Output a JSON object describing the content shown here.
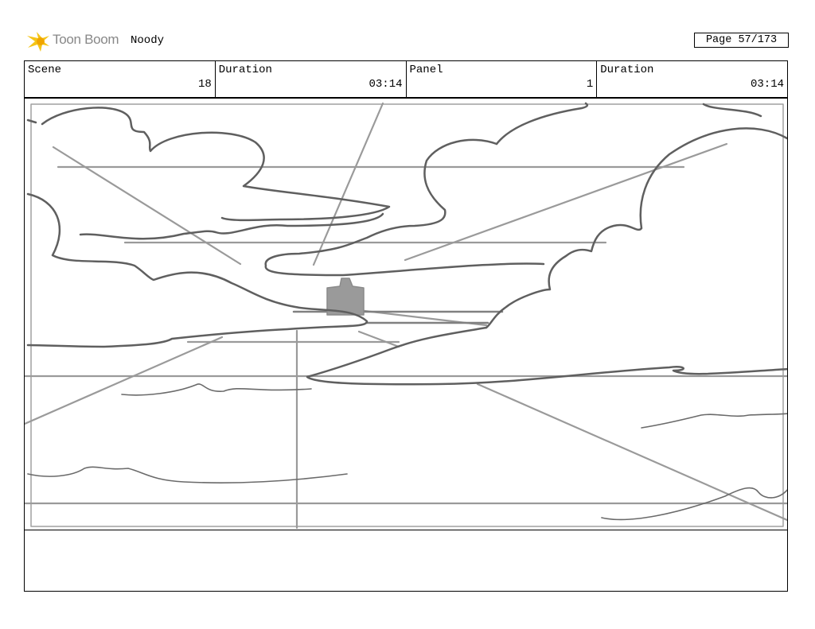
{
  "header": {
    "logo_text": "Toon Boom",
    "project_title": "Noody",
    "page_label": "Page 57/173"
  },
  "info": {
    "scene_label": "Scene",
    "scene_value": "18",
    "scene_duration_label": "Duration",
    "scene_duration_value": "03:14",
    "panel_label": "Panel",
    "panel_value": "1",
    "panel_duration_label": "Duration",
    "panel_duration_value": "03:14"
  },
  "colors": {
    "logo_yellow": "#f5c518",
    "logo_text": "#888888",
    "sketch_dark": "#5f5f5f",
    "sketch_light": "#9a9a9a",
    "border": "#000000"
  },
  "icons": {
    "logo": "toon-boom-star-logo"
  },
  "notes": ""
}
